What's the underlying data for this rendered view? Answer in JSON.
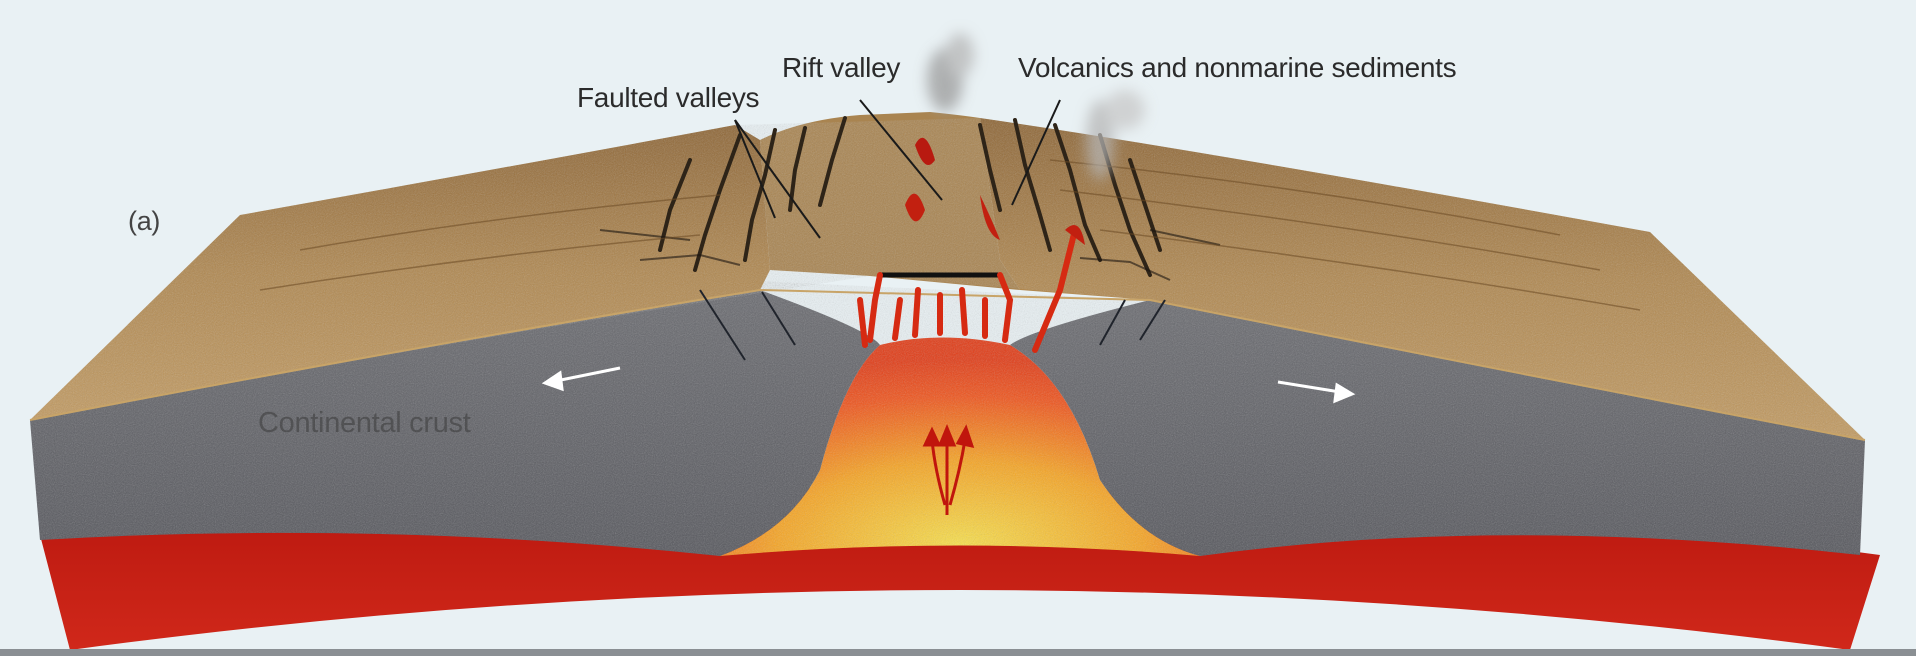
{
  "labels": {
    "panel": "(a)",
    "faulted_valleys": "Faulted valleys",
    "rift_valley": "Rift valley",
    "volcanics": "Volcanics and nonmarine sediments",
    "continental_crust": "Continental crust"
  },
  "colors": {
    "background": "#e9f1f4",
    "surface": "#a77d45",
    "crust": "#5d5f66",
    "mantle": "#c21a10",
    "plume_core": "#f6d330",
    "plume_edge": "#ee4515",
    "arrows": "#ffffff"
  }
}
